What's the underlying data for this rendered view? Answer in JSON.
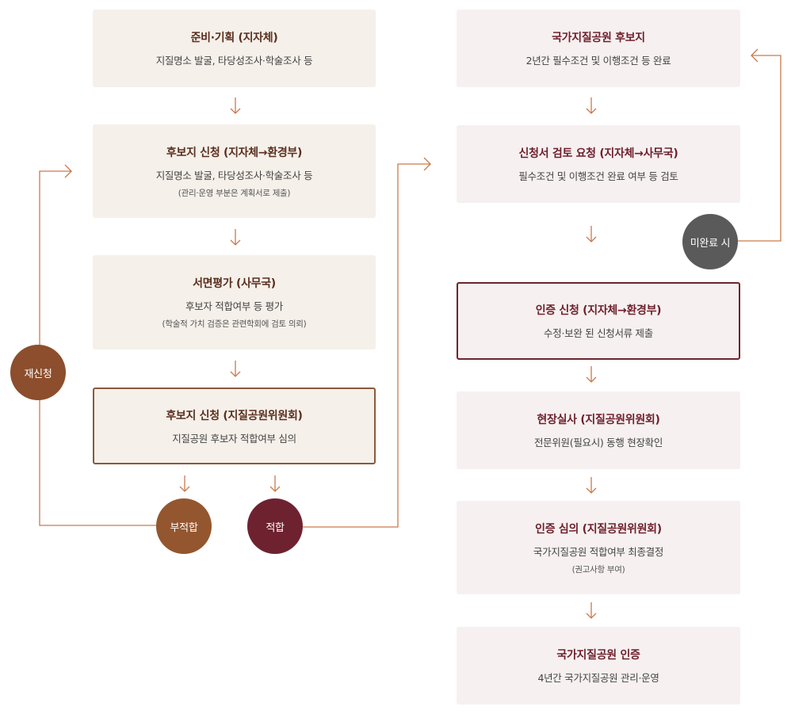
{
  "left_steps": [
    {
      "title": "준비·기획 (지자체)",
      "desc": "지질명소 발굴, 타당성조사·학술조사 등",
      "note": ""
    },
    {
      "title": "후보지 신청 (지자체→환경부)",
      "desc": "지질명소 발굴, 타당성조사·학술조사 등",
      "note": "(관리·운영 부분은 계획서로 제출)"
    },
    {
      "title": "서면평가 (사무국)",
      "desc": "후보자 적합여부 등 평가",
      "note": "(학술적 가치 검증은 관련학회에 검토 의뢰)"
    },
    {
      "title": "후보지 신청 (지질공원위원회)",
      "desc": "지질공원 후보자 적합여부 심의",
      "note": ""
    }
  ],
  "right_steps": [
    {
      "title": "국가지질공원 후보지",
      "desc": "2년간 필수조건 및 이행조건 등 완료",
      "note": ""
    },
    {
      "title": "신청서 검토 요청 (지자체→사무국)",
      "desc": "필수조건 및 이행조건 완료 여부 등 검토",
      "note": ""
    },
    {
      "title": "인증 신청 (지자체→환경부)",
      "desc": "수정·보완 된 신청서류 제출",
      "note": ""
    },
    {
      "title": "현장실사 (지질공원위원회)",
      "desc": "전문위원(필요시) 동행 현장확인",
      "note": ""
    },
    {
      "title": "인증 심의 (지질공원위원회)",
      "desc": "국가지질공원 적합여부 최종결정",
      "note": "(권고사항 부여)"
    },
    {
      "title": "국가지질공원 인증",
      "desc": "4년간 국가지질공원 관리·운영",
      "note": ""
    }
  ],
  "badges": {
    "reapply": "재신청",
    "unfit": "부적합",
    "fit": "적합",
    "incomplete": "미완료 시"
  },
  "colors": {
    "left_accent": "#8a5a3c",
    "right_accent": "#6e2430",
    "arrow": "#c97a4a",
    "reapply_circle": "#8c4e2c",
    "unfit_circle": "#94562f",
    "fit_circle": "#6e2230",
    "incomplete_circle": "#5a5a5a"
  }
}
